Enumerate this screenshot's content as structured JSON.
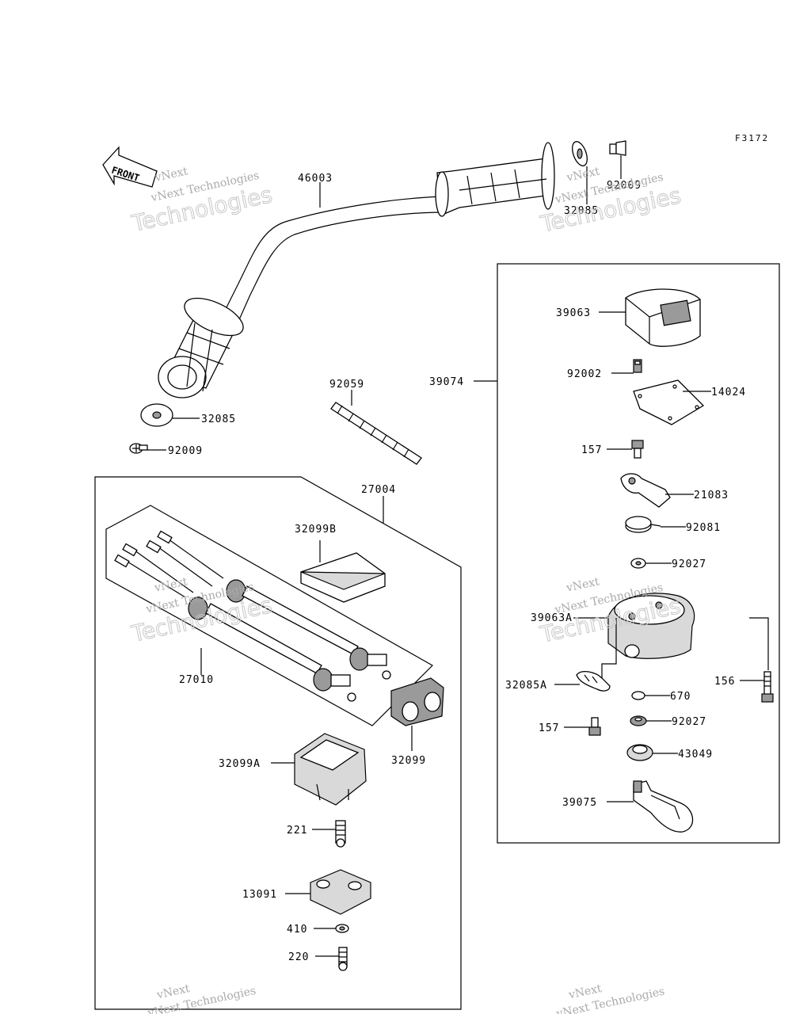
{
  "figure_code": "F3172",
  "front_arrow_label": "FRONT",
  "watermark": {
    "line1": "vNext Technologies",
    "line2": "vNext",
    "line3": "Technologies"
  },
  "callouts": {
    "c46003": "46003",
    "c32085_top": "32085",
    "c92009_top": "92009",
    "c32085_left": "32085",
    "c92009_left": "92009",
    "c92059": "92059",
    "c27004": "27004",
    "c32099B": "32099B",
    "c27010": "27010",
    "c32099": "32099",
    "c32099A": "32099A",
    "c221": "221",
    "c13091": "13091",
    "c410": "410",
    "c220": "220",
    "c39074": "39074",
    "c39063": "39063",
    "c92002": "92002",
    "c14024": "14024",
    "c157_top": "157",
    "c21083": "21083",
    "c92081": "92081",
    "c92027_top": "92027",
    "c39063A": "39063A",
    "c32085A": "32085A",
    "c157_bottom": "157",
    "c670": "670",
    "c156": "156",
    "c92027_bottom": "92027",
    "c43049": "43049",
    "c39075": "39075"
  },
  "colors": {
    "line": "#000000",
    "part_fill": "#ffffff",
    "part_shade": "#d9d9d9",
    "watermark": "#b0b0b0"
  }
}
